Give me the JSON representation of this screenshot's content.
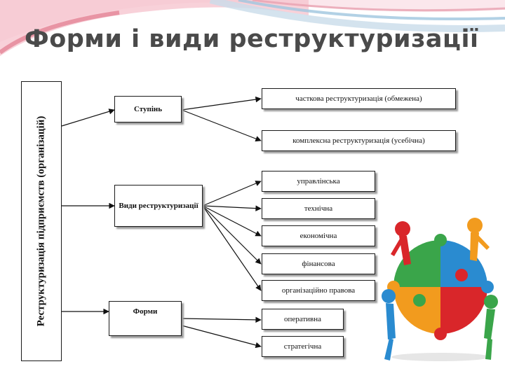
{
  "title": "Форми і види реструктуризації",
  "root": {
    "label": "Реструктуризація підприємств (організацій)"
  },
  "groups": {
    "stupin": {
      "label": "Ступінь",
      "items": [
        "часткова реструктуризація (обмежена)",
        "комплексна реструктуризація (усебічна)"
      ]
    },
    "vydy": {
      "label": "Види реструктуризації",
      "items": [
        "управлінська",
        "технічна",
        "економічна",
        "фінансова",
        "організаційно правова"
      ]
    },
    "formy": {
      "label": "Форми",
      "items": [
        "оперативна",
        "стратегічна"
      ]
    }
  },
  "colors": {
    "title": "#4a4a4a",
    "decoration_pink": "#e58a9a",
    "decoration_blue": "#9fc6df",
    "puzzle_red": "#d9262a",
    "puzzle_green": "#3aa54a",
    "puzzle_blue": "#2a8bd0",
    "puzzle_orange": "#f29b1e"
  }
}
